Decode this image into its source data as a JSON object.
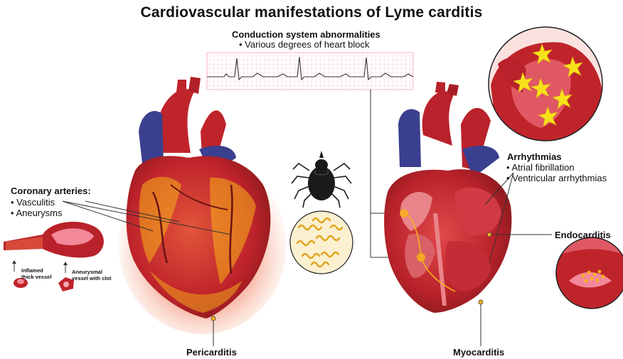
{
  "title": "Cardiovascular manifestations of Lyme carditis",
  "conduction": {
    "heading": "Conduction system abnormalities",
    "bullet": "• Various degrees of heart block"
  },
  "coronary": {
    "heading": "Coronary arteries:",
    "items": [
      "• Vasculitis",
      "• Aneurysms"
    ],
    "inflamed_label": "Inflamed thick vessel",
    "aneurysm_label": "Aneurysmal vessel with clot"
  },
  "arrhythmias": {
    "heading": "Arrhythmias",
    "items": [
      "• Atrial fibrillation",
      "• Ventricular arrhythmias"
    ]
  },
  "labels": {
    "endocarditis": "Endocarditis",
    "pericarditis": "Pericarditis",
    "myocarditis": "Myocarditis"
  },
  "colors": {
    "heart_red": "#c0242b",
    "vessel_blue": "#3a3f8f",
    "inflammation_yellow": "#f7b21a",
    "ecg_grid": "#f4b6be"
  }
}
